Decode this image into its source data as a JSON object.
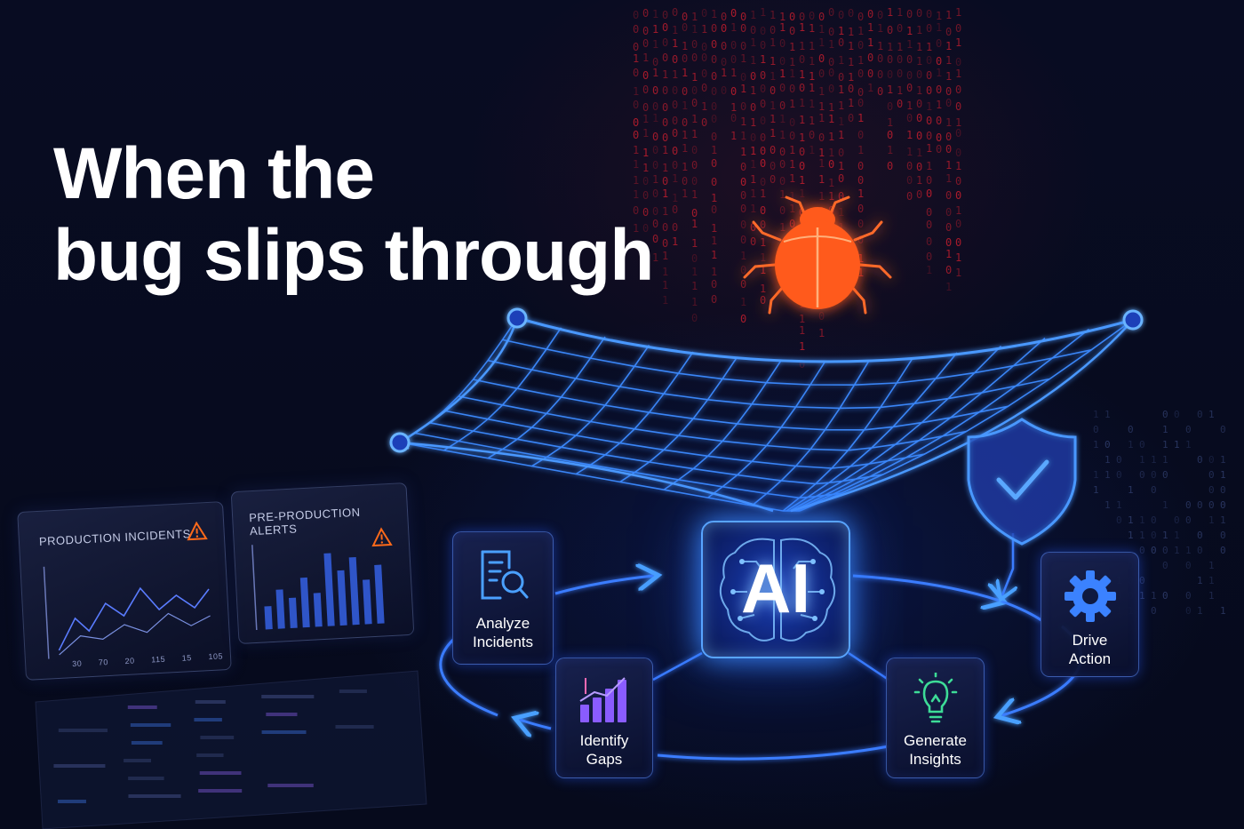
{
  "headline": {
    "line1": "When the",
    "line2": "bug slips through"
  },
  "panels": [
    {
      "id": "production",
      "title": "PRODUCTION INCIDENTS",
      "icon": "warning-triangle-icon",
      "x_ticks": [
        "30",
        "70",
        "20",
        "115",
        "15",
        "105"
      ]
    },
    {
      "id": "preproduction",
      "title": "PRE-PRODUCTION ALERTS",
      "icon": "warning-triangle-icon"
    }
  ],
  "center": {
    "label": "AI",
    "icon": "brain-circuit-icon"
  },
  "steps": [
    {
      "line1": "Analyze",
      "line2": "Incidents",
      "icon": "document-search-icon"
    },
    {
      "line1": "Identify",
      "line2": "Gaps",
      "icon": "bar-chart-icon"
    },
    {
      "line1": "Generate",
      "line2": "Insights",
      "icon": "lightbulb-icon"
    },
    {
      "line1": "Drive",
      "line2": "Action",
      "icon": "gear-icon"
    }
  ],
  "decor": {
    "net_icon": "safety-net-icon",
    "bug_icon": "bug-icon",
    "shield_icon": "shield-check-icon"
  },
  "colors": {
    "background": "#070b1e",
    "net": "#3d8bff",
    "bug": "#ff5a1f",
    "code_rain": "#c81e2e",
    "warning": "#ff6a1a",
    "insight_green": "#3ddc97",
    "gaps_purple": "#8a5cff",
    "gear_blue": "#3b82ff"
  }
}
